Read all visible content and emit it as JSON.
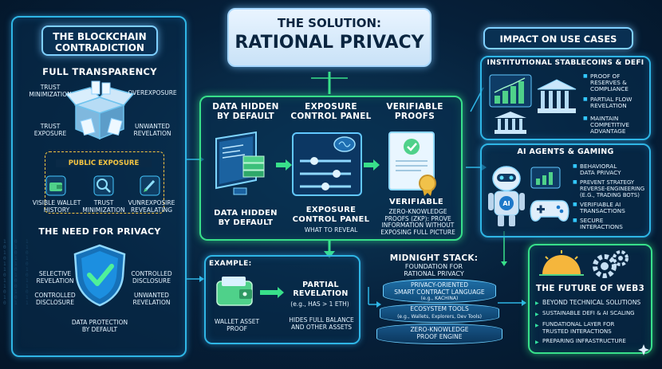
{
  "left": {
    "title_line1": "THE BLOCKCHAIN",
    "title_line2": "CONTRADICTION",
    "full_transparency": "FULL TRANSPARENCY",
    "trust_minimization": "TRUST\nMINIMIZATION",
    "overexposure": "OVEREXPOSURE",
    "trust_exposure": "TRUST\nEXPOSURE",
    "unwanted_revelation": "UNWANTED\nREVELATION",
    "public_exposure": "PUBLIC EXPOSURE",
    "visible_wallet_history": "VISIBLE WALLET\nHISTORY",
    "trust_minimization_2": "TRUST\nMINIMIZATION",
    "vunrexposire": "VUNREXPOSIRE\nREVEALATING",
    "need_privacy": "THE NEED FOR PRIVACY",
    "selective_revelation": "SELECTIVE\nREVELATION",
    "controlled_disclosure_left": "CONTROLLED\nDISCLOSURE",
    "controlled_disclosure_right": "CONTROLLED\nDISCLOSURE",
    "unwanted_revelation_2": "UNWANTED\nREVELATION",
    "data_protection": "DATA PROTECTION\nBY DEFAULT"
  },
  "center": {
    "title_line1": "THE SOLUTION:",
    "title_line2": "RATIONAL PRIVACY",
    "col1_head": "DATA HIDDEN\nBY DEFAULT",
    "col2_head": "EXPOSURE\nCONTROL PANEL",
    "col3_head": "VERIFIABLE\nPROOFS",
    "col1_foot": "DATA HIDDEN\nBY DEFAULT",
    "col2_foot": "EXPOSURE\nCONTROL PANEL",
    "col2_sub": "WHAT TO REVEAL",
    "col3_foot": "VERIFIABLE",
    "col3_sub": "ZERO-KNOWLEDGE\nPROOFS (ZKP): PROVE\nINFORMATION WITHOUT\nEXPOSING FULL PICTURE",
    "example_label": "EXAMPLE:",
    "wallet_asset_proof": "WALLET ASSET\nPROOF",
    "partial_revelation": "PARTIAL\nREVELATION",
    "has_eth": "(e.g., HAS > 1 ETH)",
    "hides_balance": "HIDES FULL BALANCE\nAND OTHER ASSETS",
    "midnight_title": "MIDNIGHT STACK:",
    "midnight_sub": "FOUNDATION FOR\nRATIONAL PRIVACY",
    "layer1": "PRIVACY-ORIENTED\nSMART CONTRACT LANGUAGE",
    "layer1_sub": "(e.g., KACHINA)",
    "layer2": "ECOSYSTEM TOOLS",
    "layer2_sub": "(e.g., Wallets, Explorers, Dev Tools)",
    "layer3": "ZERO-KNOWLEDGE\nPROOF ENGINE"
  },
  "right": {
    "impact_title": "IMPACT ON USE CASES",
    "inst_title": "INSTITUTIONAL STABLECOINS & DEFI",
    "inst_items": [
      "PROOF OF\nRESERVES &\nCOMPLIANCE",
      "PARTIAL FLOW\nREVELATION",
      "MAINTAIN\nCOMPETITIVE\nADVANTAGE"
    ],
    "ai_title": "AI AGENTS & GAMING",
    "ai_items": [
      "BEHAVIORAL\nDATA PRIVACY",
      "PREVENT STRATEGY\nREVERSE-ENGINEERING\n(e.g., trading bots)",
      "VERIFIABLE AI\nTRANSACTIONS",
      "SECURE\nINTERACTIONS"
    ],
    "ai_badge": "AI",
    "future_title": "THE FUTURE OF WEB3",
    "future_items": [
      "BEYOND TECHNICAL SOLUTIONS",
      "SUSTAINABLE DEFI & AI SCALING",
      "FUNDATIONAL LAYER FOR\nTRUSTED INTERACTIONS",
      "PREPARING INFRASTRUCTURE"
    ]
  },
  "colors": {
    "accent_cyan": "#2fb6e6",
    "accent_green": "#38e08a",
    "public_exposure": "#f5c542",
    "background": "#06203a"
  },
  "icons": [
    "open-box-icon",
    "wallet-icon",
    "magnifier-icon",
    "pen-icon",
    "shield-check-icon",
    "monitor-icon",
    "brain-icon",
    "certificate-icon",
    "bar-chart-icon",
    "bank-icon",
    "robot-icon",
    "gamepad-icon",
    "sunrise-icon",
    "gear-icon"
  ]
}
